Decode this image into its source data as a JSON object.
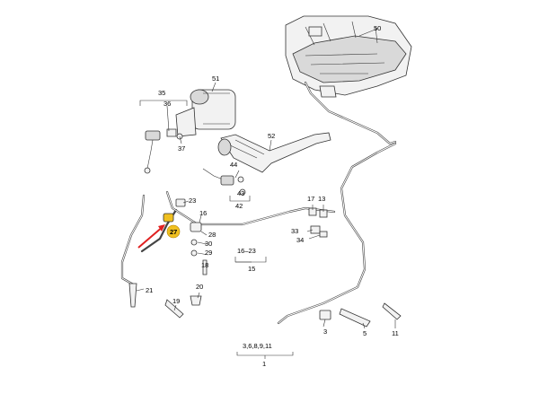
{
  "labels": {
    "l50": "50",
    "l51": "51",
    "l52": "52",
    "l35": "35",
    "l36": "36",
    "l37": "37",
    "l44": "44",
    "l43": "43",
    "l42": "42",
    "l23": "23",
    "l16": "16",
    "l27": "27",
    "l28": "28",
    "l30": "30",
    "l29": "29",
    "l18": "18",
    "l17": "17",
    "l13": "13",
    "l33": "33",
    "l34": "34",
    "l1623": "16–23",
    "l15": "15",
    "l21": "21",
    "l19": "19",
    "l20": "20",
    "l3": "3",
    "l5": "5",
    "l11": "11",
    "l1": "1",
    "l36811": "3,6,8,9,11"
  },
  "highlight": {
    "part": "27",
    "arrow_color": "#e02020",
    "part_color": "#f0c020"
  }
}
